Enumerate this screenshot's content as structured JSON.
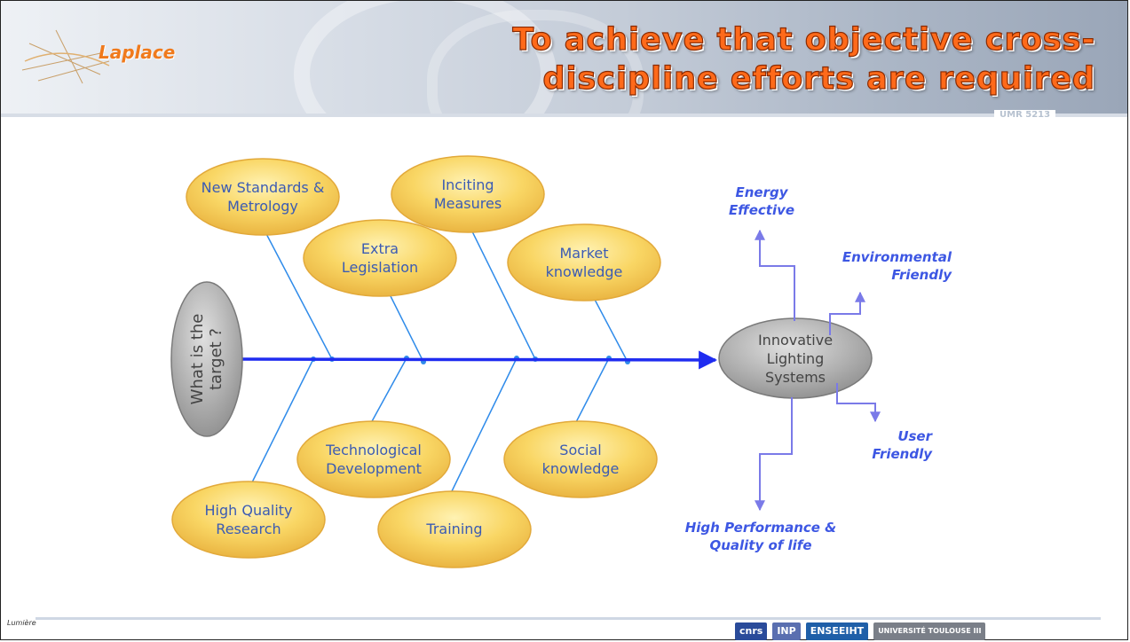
{
  "header": {
    "title_line1": "To achieve that objective cross-",
    "title_line2": "discipline efforts are required",
    "logo_text": "Laplace",
    "umr": "UMR 5213"
  },
  "diagram": {
    "target_label": "What is the target ?",
    "head_label": "Innovative Lighting Systems",
    "causes_top": [
      "New Standards & Metrology",
      "Extra Legislation",
      "Inciting Measures",
      "Market knowledge"
    ],
    "causes_bottom": [
      "High Quality Research",
      "Technological Development",
      "Training",
      "Social knowledge"
    ],
    "outcomes": [
      "Energy Effective",
      "Environmental Friendly",
      "User Friendly",
      "High Performance & Quality of life"
    ],
    "colors": {
      "spine": "#1f2cf0",
      "bone": "#2f8bea",
      "ellipse_fill": "#f7d05a",
      "ellipse_stroke": "#e2a93a",
      "outcome_arrow": "#7a7ae8",
      "node_fill": "#a8a8a8"
    }
  },
  "footer": {
    "left_logo_text": "Lumière",
    "logos": [
      "cnrs",
      "INP",
      "ENSEEIHT",
      "UNIVERSITÉ TOULOUSE III"
    ]
  }
}
